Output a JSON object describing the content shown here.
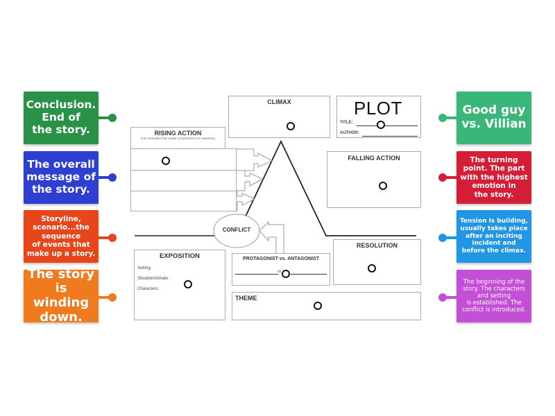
{
  "left_cards": [
    {
      "text": "Conclusion.\nEnd of\nthe story.",
      "color": "#2a9148"
    },
    {
      "text": "The overall\nmessage of\nthe story.",
      "color": "#2c3fd0"
    },
    {
      "text": "Storyline,\nscenario...the\nsequence\nof events that\nmake up a story.",
      "color": "#e6461a"
    },
    {
      "text": "The story\nis winding\ndown.",
      "color": "#f07b1e"
    }
  ],
  "right_cards": [
    {
      "text": "Good guy\nvs. Villian",
      "color": "#3bb679"
    },
    {
      "text": "The turning\npoint. The part\nwith the highest\nemotion in\nthe story.",
      "color": "#d41e36"
    },
    {
      "text": "Tension is building,\nusually takes place\nafter an inciting\nincident and\nbefore the climax.",
      "color": "#2196e4"
    },
    {
      "text": "The beginning of the\nstory. The characters\nand setting\nis established. The\nconflict is introduced.",
      "color": "#c24fd6"
    }
  ],
  "worksheet": {
    "plot_title": "PLOT",
    "title_label": "TITLE:",
    "author_label": "AUTHOR:",
    "climax": "CLIMAX",
    "rising_action": "RISING ACTION",
    "rising_action_hint": "(List examples that create complications or suspense)",
    "falling_action": "FALLING ACTION",
    "conflict": "CONFLICT",
    "resolution": "RESOLUTION",
    "exposition": "EXPOSITION",
    "exposition_fields": [
      "Setting:",
      "Situation/climate:",
      "Characters:"
    ],
    "protagonist_antagonist": "PROTAGONIST vs. ANTAGONIST",
    "vs": "vs.",
    "theme": "THEME"
  }
}
